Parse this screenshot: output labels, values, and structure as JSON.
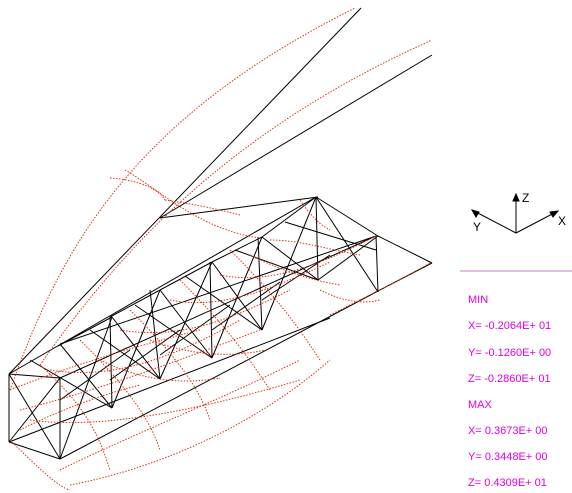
{
  "triad": {
    "z_label": "Z",
    "x_label": "X",
    "y_label": "Y"
  },
  "legend": {
    "min_title": "MIN",
    "min_x": "X= -0.2064E+ 01",
    "min_y": "Y= -0.1260E+ 00",
    "min_z": "Z= -0.2860E+ 01",
    "max_title": "MAX",
    "max_x": "X= 0.3673E+ 00",
    "max_y": "Y= 0.3448E+ 00",
    "max_z": "Z= 0.4309E+ 01"
  },
  "colors": {
    "undeformed": "#000000",
    "deformed": "#e03010",
    "legend_text": "#e000e0",
    "separator": "#c878c8"
  }
}
